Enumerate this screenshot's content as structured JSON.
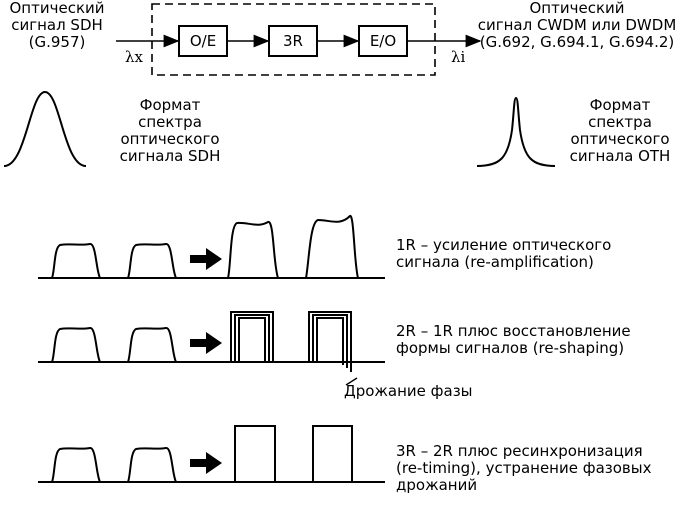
{
  "header": {
    "input_label": [
      "Оптический",
      "сигнал SDH",
      "(G.957)"
    ],
    "output_label": [
      "Оптический",
      "сигнал CWDM или DWDM",
      "(G.692, G.694.1, G.694.2)"
    ],
    "lambda_in": "λx",
    "lambda_out": "λi"
  },
  "blocks": [
    "O/E",
    "3R",
    "E/O"
  ],
  "spectra": {
    "left_label": [
      "Формат",
      "спектра",
      "оптического",
      "сигнала SDH"
    ],
    "right_label": [
      "Формат",
      "спектра",
      "оптического",
      "сигнала OTH"
    ]
  },
  "rows": [
    {
      "id": "1R",
      "lines": [
        "1R – усиление оптического",
        "сигнала (re-amplification)"
      ]
    },
    {
      "id": "2R",
      "lines": [
        "2R – 1R плюс восстановление",
        "формы сигналов (re-shaping)"
      ]
    },
    {
      "id": "3R",
      "lines": [
        "3R – 2R плюс ресинхронизация",
        "(re-timing), устранение фазовых",
        "дрожаний"
      ]
    }
  ],
  "jitter_label": "Дрожание фазы"
}
